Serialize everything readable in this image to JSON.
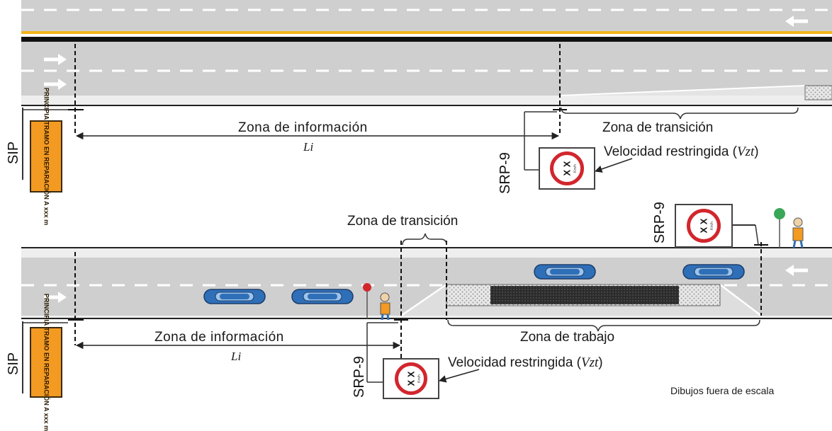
{
  "top_diagram": {
    "zone_info_label": "Zona de información",
    "zone_info_symbol": "Li",
    "zone_transition_label": "Zona de transición",
    "speed_label_prefix": "Velocidad restringida (",
    "speed_label_symbol": "Vzt",
    "speed_label_suffix": ")",
    "sip_label": "SIP",
    "srp_label": "SRP-9",
    "orange_sign_text": "PRINCIPIA TRAMO EN REPARACIÓN A xxx m",
    "speed_sign_value": "X X",
    "speed_sign_unit": "Km/h"
  },
  "bottom_diagram": {
    "zone_transition_label": "Zona de transición",
    "zone_info_label": "Zona de información",
    "zone_info_symbol": "Li",
    "zone_work_label": "Zona de trabajo",
    "speed_label_prefix": "Velocidad restringida (",
    "speed_label_symbol": "Vzt",
    "speed_label_suffix": ")",
    "sip_label": "SIP",
    "srp_label_bottom": "SRP-9",
    "srp_label_top": "SRP-9",
    "orange_sign_text": "PRINCIPIA TRAMO EN REPARACIÓN A xxx m",
    "speed_sign_value": "X X",
    "speed_sign_unit": "Km/h"
  },
  "footnote": "Dibujos fuera de escala",
  "colors": {
    "road": "#cfcfcf",
    "road_dark": "#a9a9a9",
    "yellow_line": "#f2b51c",
    "sign_orange": "#f39a22",
    "sign_red": "#d2262d",
    "car_blue": "#2f6fb8",
    "work_zone": "#2c2c2c"
  }
}
